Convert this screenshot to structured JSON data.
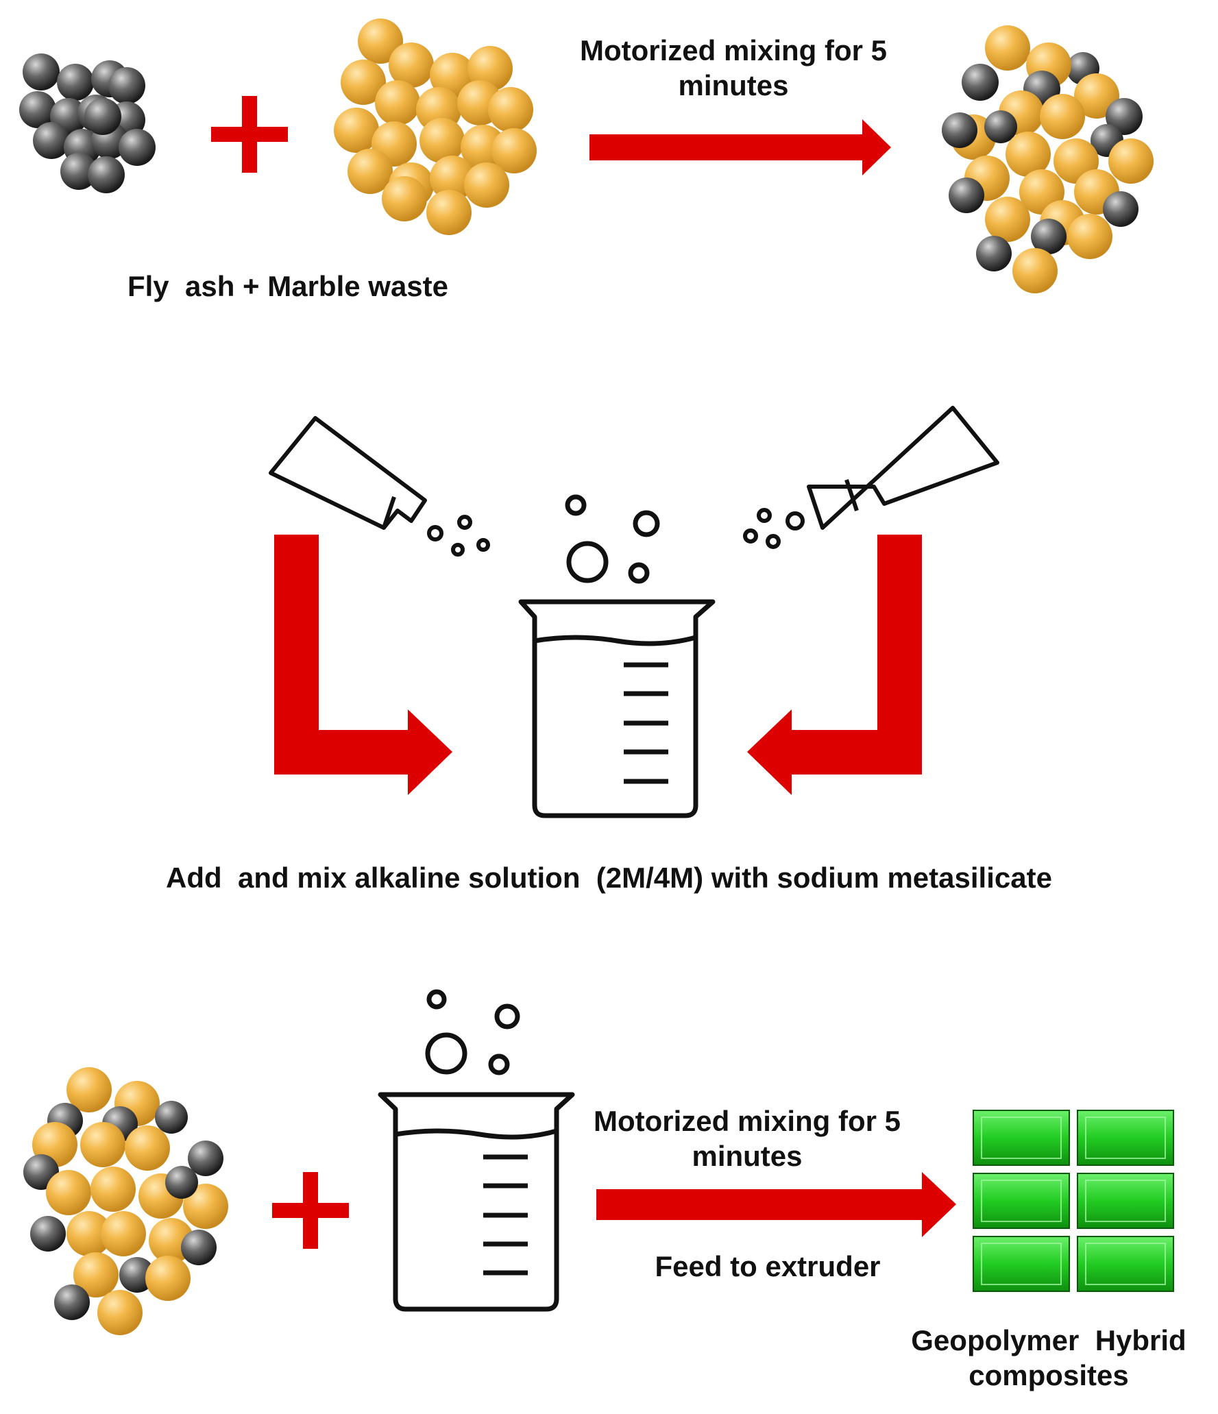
{
  "labels": {
    "mixing_top": "Motorized mixing for 5 minutes",
    "inputs": "Fly  ash + Marble waste",
    "alkaline": "Add  and mix alkaline solution  (2M/4M) with sodium metasilicate",
    "mixing_bottom": "Motorized mixing for 5 minutes",
    "feed": "Feed to extruder",
    "output": "Geopolymer  Hybrid composites"
  },
  "colors": {
    "arrow": "#dd0000",
    "fly_ash": "#5a5a5a",
    "marble": "#f0b040",
    "composite": "#22cc22",
    "outline": "#111111"
  },
  "icons": [
    "fly-ash-particles-icon",
    "marble-waste-particles-icon",
    "mixed-particles-icon",
    "flask-icon",
    "beaker-icon",
    "geopolymer-blocks-icon"
  ]
}
